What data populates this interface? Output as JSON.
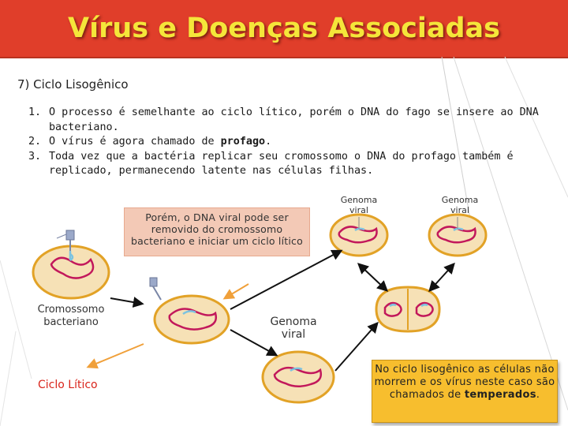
{
  "title": "Vírus e Doenças Associadas",
  "subtitle": "7) Ciclo Lisogênico",
  "steps": [
    {
      "num": "1.",
      "text": "O processo é semelhante ao ciclo lítico, porém o DNA do fago se insere ao DNA bacteriano."
    },
    {
      "num": "2.",
      "text_before": "O vírus é agora chamado de ",
      "bold": "profago",
      "text_after": "."
    },
    {
      "num": "3.",
      "text": "Toda vez que a bactéria replicar seu cromossomo o DNA do profago também é replicado, permanecendo latente nas células filhas."
    }
  ],
  "callout": "Porém, o DNA viral pode ser removido do cromossomo bacteriano e iniciar um ciclo lítico",
  "labels": {
    "genoma_viral_1": "Genoma viral",
    "genoma_viral_2": "Genoma viral",
    "genoma_viral_3": "Genoma viral",
    "cromossomo": "Cromossomo bacteriano",
    "ciclo_litico": "Ciclo Lítico"
  },
  "note": {
    "text": "No ciclo lisogênico as células não morrem e os vírus neste caso são chamados de ",
    "bold": "temperados",
    "after": "."
  },
  "colors": {
    "title_bg": "#e03e2a",
    "title_text": "#f5e63a",
    "cell_fill": "#f6e1b6",
    "cell_border": "#e2a226",
    "chromosome": "#c2185b",
    "viral_dna": "#7cc3e0",
    "arrow": "#111111",
    "arrow_litico": "#f0a03a",
    "ciclo_litico_text": "#d9241b",
    "note_bg": "#f7be2e"
  }
}
